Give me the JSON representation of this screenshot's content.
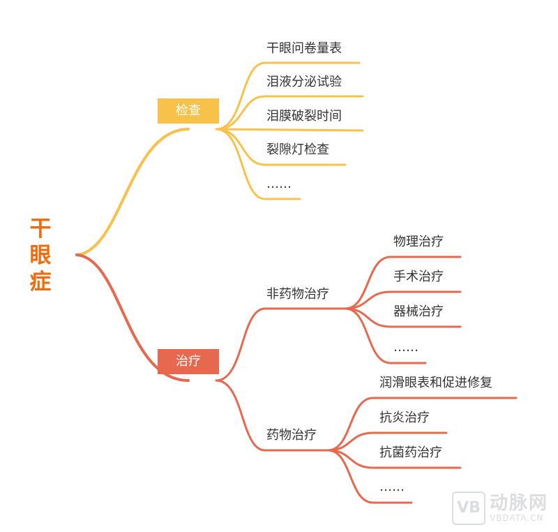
{
  "root": {
    "chars": [
      "干",
      "眼",
      "症"
    ]
  },
  "branches": {
    "exam": {
      "label": "检查",
      "color": "#f8c149",
      "items": [
        "干眼问卷量表",
        "泪液分泌试验",
        "泪膜破裂时间",
        "裂隙灯检查",
        "……"
      ]
    },
    "treatment": {
      "label": "治疗",
      "color": "#e6684f",
      "non_drug": {
        "label": "非药物治疗",
        "items": [
          "物理治疗",
          "手术治疗",
          "器械治疗",
          "……"
        ]
      },
      "drug": {
        "label": "药物治疗",
        "items": [
          "润滑眼表和促进修复",
          "抗炎治疗",
          "抗菌药治疗",
          "……"
        ]
      }
    }
  },
  "watermark": {
    "logo": "VB",
    "name": "动脉网",
    "site": "VBDATA.CN"
  }
}
